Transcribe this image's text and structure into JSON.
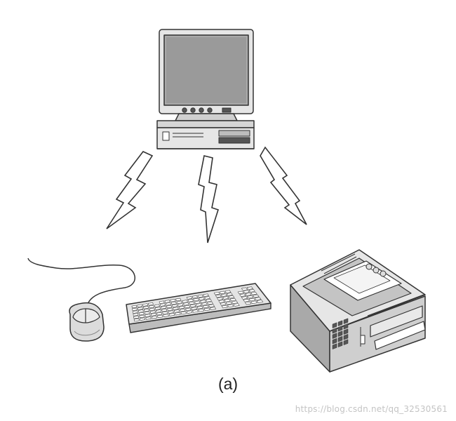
{
  "caption": "(a)",
  "watermark": "https://blog.csdn.net/qq_32530561",
  "devices": {
    "host": "desktop-computer",
    "peripherals": [
      "mouse",
      "keyboard",
      "printer"
    ]
  },
  "links": {
    "type": "wireless",
    "count": 3
  },
  "colors": {
    "outline": "#333333",
    "screen": "#9a9a9a",
    "body_light": "#e6e6e6",
    "body_mid": "#cfcfcf",
    "body_dark": "#a9a9a9"
  }
}
